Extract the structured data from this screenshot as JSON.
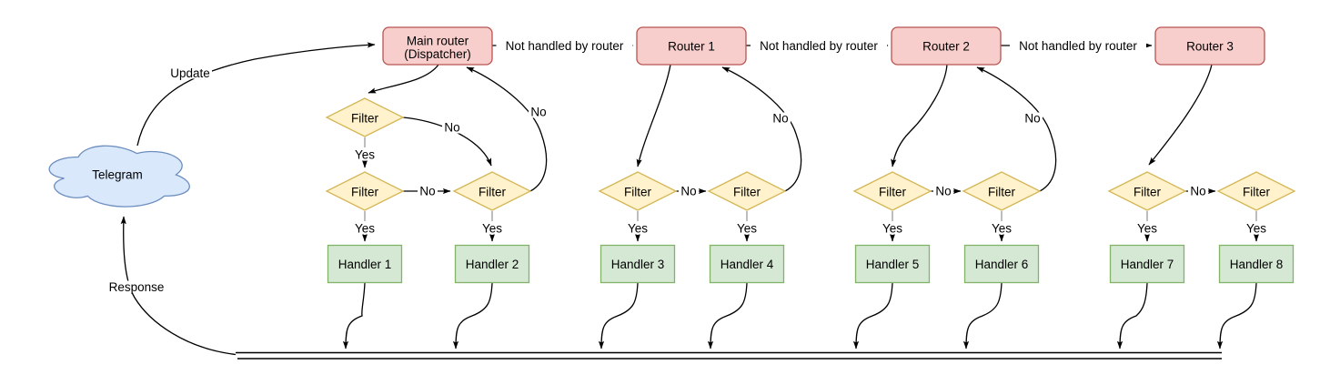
{
  "labels": {
    "update": "Update",
    "response": "Response",
    "not_handled": "Not handled by router",
    "yes": "Yes",
    "no": "No",
    "filter": "Filter"
  },
  "nodes": {
    "telegram": "Telegram",
    "main_router_line1": "Main router",
    "main_router_line2": "(Dispatcher)",
    "routers": [
      "Router 1",
      "Router 2",
      "Router 3"
    ],
    "handlers": [
      "Handler 1",
      "Handler 2",
      "Handler 3",
      "Handler 4",
      "Handler 5",
      "Handler 6",
      "Handler 7",
      "Handler 8"
    ]
  },
  "colors": {
    "router_fill": "#f8cecc",
    "router_stroke": "#b85450",
    "filter_fill": "#fff2cc",
    "filter_stroke": "#d6b656",
    "handler_fill": "#d5e8d4",
    "handler_stroke": "#82b366",
    "cloud_fill": "#dae8fc",
    "cloud_stroke": "#6c8ebf",
    "edge_stroke": "#000000",
    "stub_stroke": "#999999",
    "label_background": "#ffffff"
  }
}
